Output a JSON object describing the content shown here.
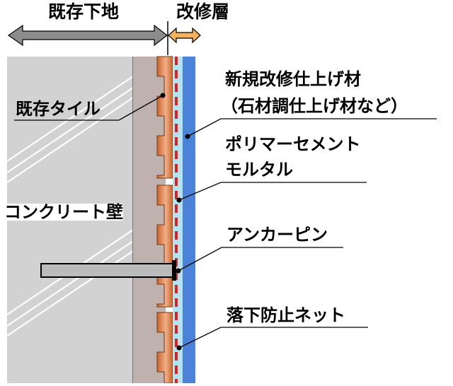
{
  "headers": {
    "existing_base": "既存下地",
    "renovation_layer": "改修層"
  },
  "labels": {
    "existing_tile": "既存タイル",
    "concrete_wall": "コンクリート壁",
    "finish_material_line1": "新規改修仕上げ材",
    "finish_material_line2": "（石材調仕上げ材など）",
    "polymer_cement_line1": "ポリマーセメント",
    "polymer_cement_line2": "モルタル",
    "anchor_pin": "アンカーピン",
    "fall_prevention_net": "落下防止ネット"
  },
  "colors": {
    "concrete": "#d2d2d2",
    "mortar_bed": "#bfb1ae",
    "tile": "#c8642a",
    "tile_highlight": "#f2b089",
    "net": "#e01f1f",
    "polymer_cement": "#b3e3f0",
    "finish_material": "#4a83d8",
    "arrow_gray": "#8c8c8c",
    "arrow_orange": "#f3b25c",
    "anchor_pin": "#bbbbbb"
  }
}
